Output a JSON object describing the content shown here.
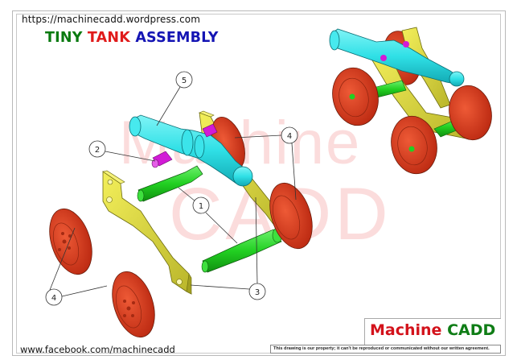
{
  "header": {
    "url": "https://machinecadd.wordpress.com",
    "title_words": [
      "TINY",
      "TANK",
      "ASSEMBLY"
    ]
  },
  "watermark": {
    "line1": "Machine",
    "line2": "CADD"
  },
  "balloons": [
    {
      "number": "1",
      "part": "axle"
    },
    {
      "number": "2",
      "part": "trunnion pin"
    },
    {
      "number": "3",
      "part": "side frame"
    },
    {
      "number": "4",
      "part": "wheel"
    },
    {
      "number": "4",
      "part": "wheel"
    },
    {
      "number": "5",
      "part": "barrel"
    }
  ],
  "footer": {
    "facebook": "www.facebook.com/machinecadd",
    "logo_part1": "Machine",
    "logo_part2": "CADD",
    "notice": "This drawing is our property; it can't be reproduced or communicated without our written agreement."
  },
  "colors": {
    "title_green": "#0a7a10",
    "title_red": "#e01b1b",
    "title_blue": "#1414b4",
    "barrel_cyan": "#2fe0e6",
    "frame_yellow": "#e6e23a",
    "axle_green": "#22d022",
    "pin_magenta": "#d21ad6",
    "wheel_red": "#d83a1c",
    "logo_red": "#d3121b",
    "logo_green": "#0f7d16",
    "watermark_pink": "#fbdcdc"
  }
}
